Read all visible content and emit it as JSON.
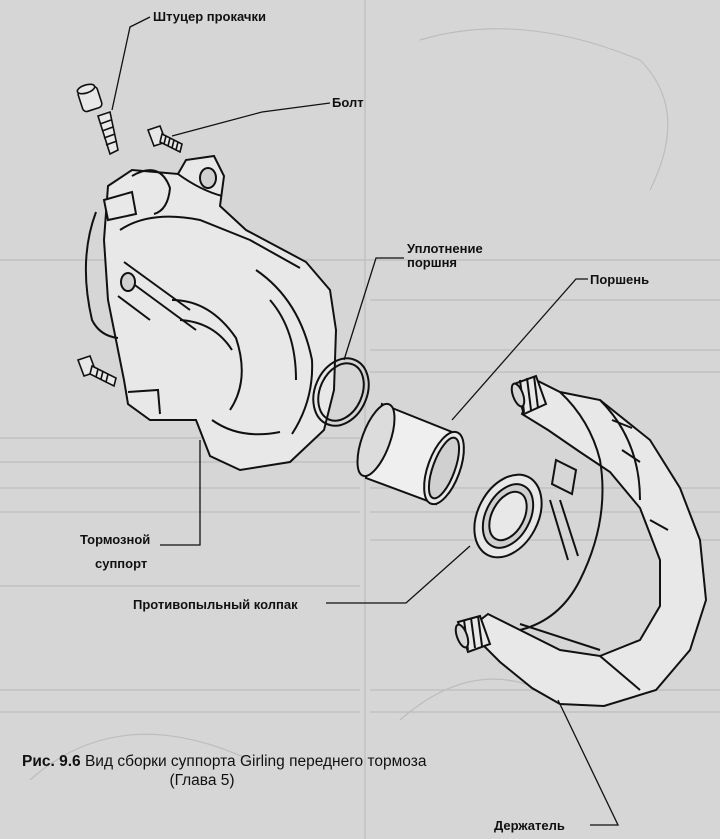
{
  "labels": {
    "bleed_nipple": "Штуцер прокачки",
    "bolt": "Болт",
    "piston_seal_line1": "Уплотнение",
    "piston_seal_line2": "поршня",
    "piston": "Поршень",
    "caliper_line1": "Тормозной",
    "caliper_line2": "суппорт",
    "dust_cap": "Противопыльный колпак",
    "holder": "Держатель"
  },
  "caption": {
    "number": "Рис. 9.6",
    "text": "Вид сборки суппорта Girling переднего тормоза",
    "chapter": "(Глава 5)"
  },
  "colors": {
    "background": "#d6d6d6",
    "ink": "#111111",
    "part_fill": "#e8e8e8",
    "ghost_text": "#b9b9b9"
  }
}
